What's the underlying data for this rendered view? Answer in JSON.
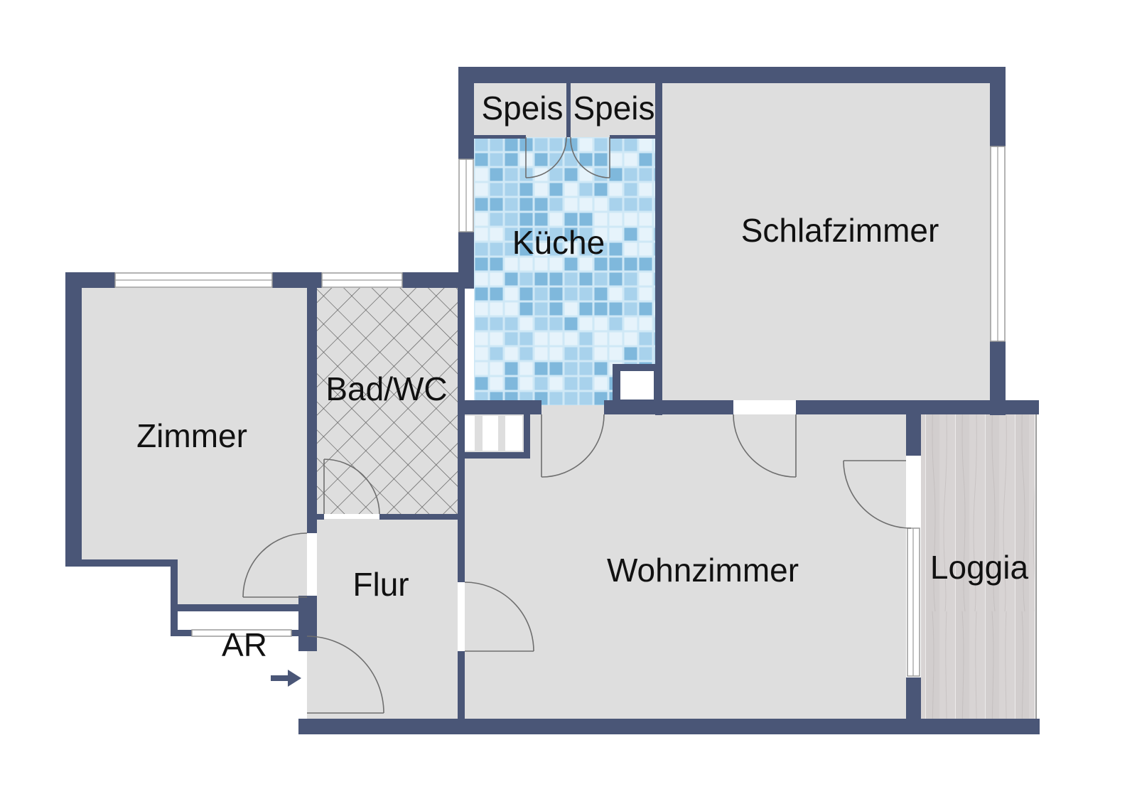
{
  "rooms": {
    "speis_1": "Speis",
    "speis_2": "Speis",
    "kueche": "Küche",
    "schlafzimmer": "Schlafzimmer",
    "bad_wc": "Bad/WC",
    "zimmer": "Zimmer",
    "flur": "Flur",
    "wohnzimmer": "Wohnzimmer",
    "loggia": "Loggia",
    "ar": "AR"
  },
  "icons": {
    "entrance": "entrance-arrow-icon"
  },
  "colors": {
    "wall": "#4a5677",
    "floor": "#dedede",
    "kitchen_tile_base": "#cfe8f6",
    "kitchen_tile_dark": "#7fb8dc",
    "kitchen_tile_mid": "#a8d2ec",
    "bath_hatch": "#555555",
    "loggia_wood": "#d8d4d4"
  }
}
